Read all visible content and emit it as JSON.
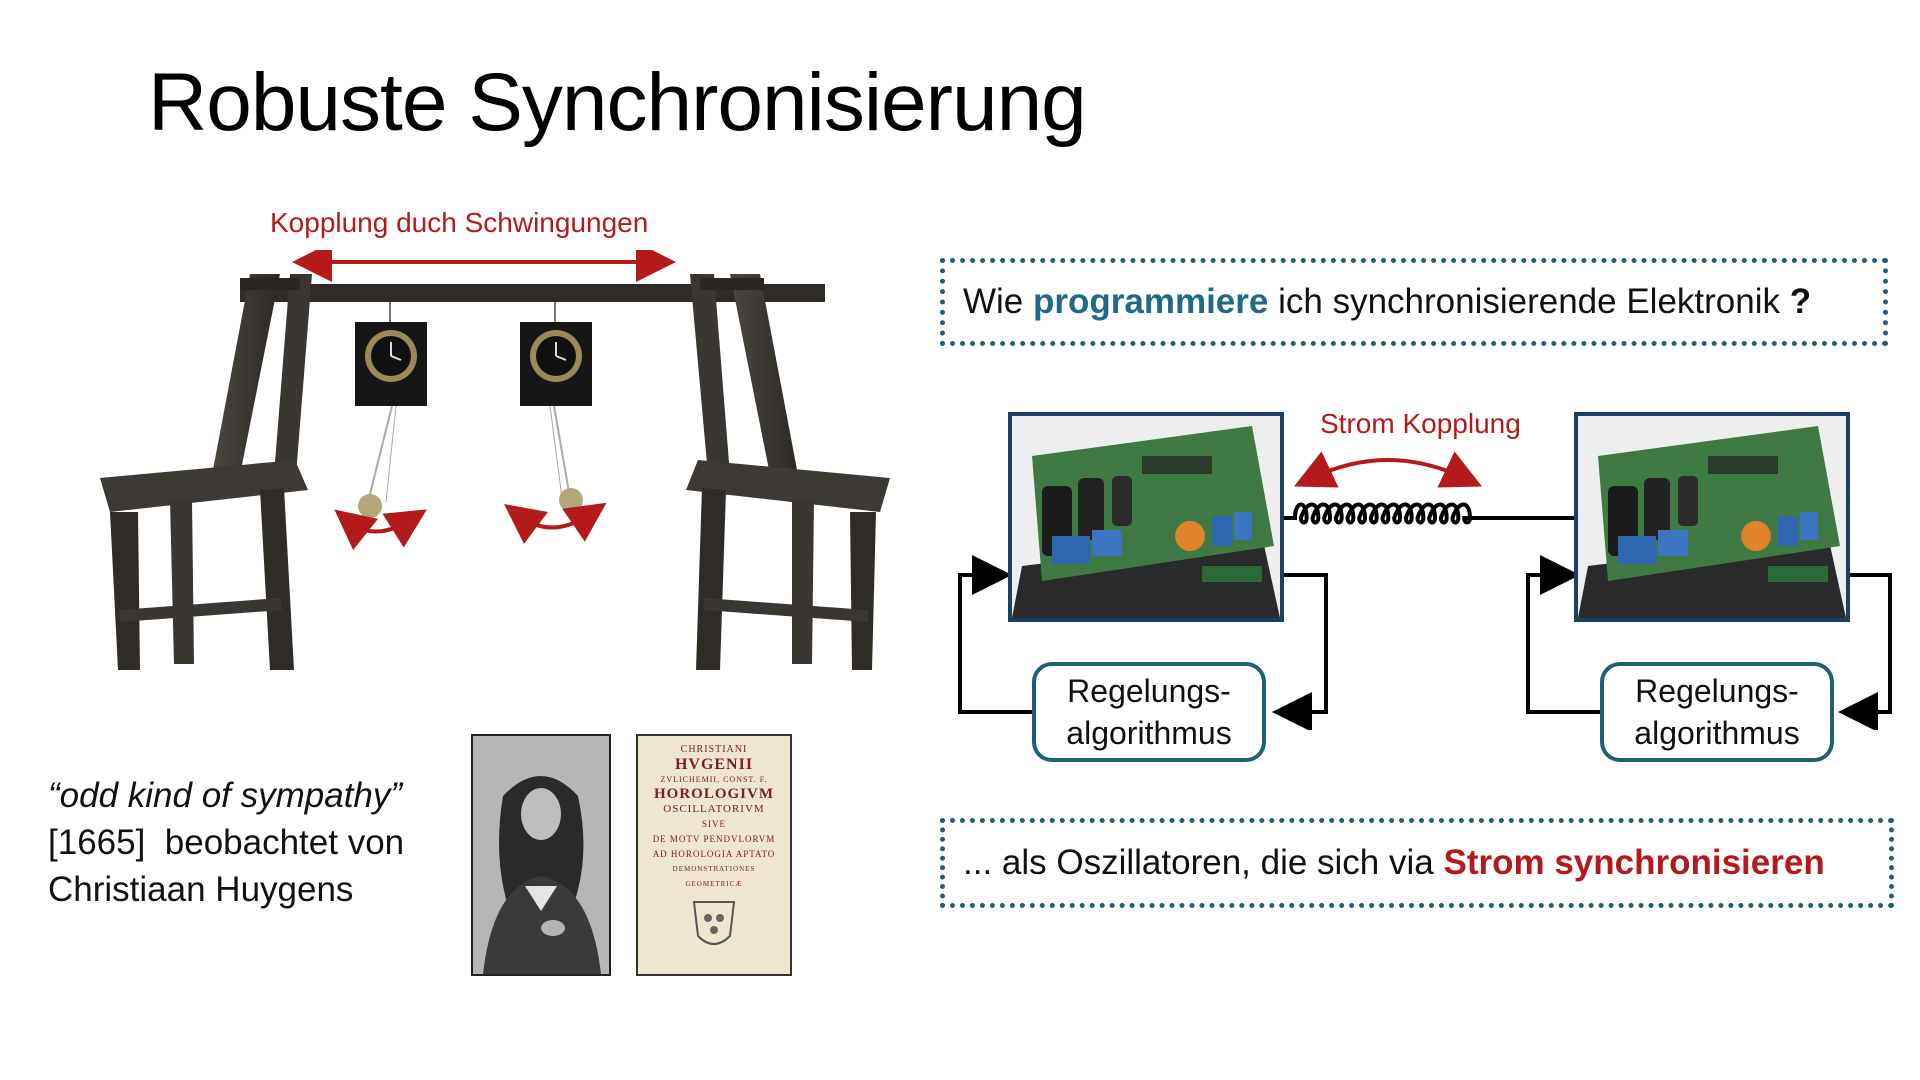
{
  "title": "Robuste Synchronisierung",
  "pendulum_figure": {
    "coupling_label": "Kopplung duch Schwingungen"
  },
  "question": {
    "prefix": "Wie ",
    "highlight": "programmiere",
    "middle": " ich synchronisierende Elektronik ",
    "mark": "?"
  },
  "circuit_diagram": {
    "coupling_label": "Strom Kopplung",
    "controller_left": {
      "line1": "Regelungs-",
      "line2": "algorithmus"
    },
    "controller_right": {
      "line1": "Regelungs-",
      "line2": "algorithmus"
    }
  },
  "answer": {
    "prefix": "... als Oszillatoren, die sich via ",
    "highlight": "Strom synchronisieren"
  },
  "quote": {
    "text": "“odd kind of sympathy”",
    "line2": "[1665]  beobachtet von",
    "line3": "Christiaan Huygens"
  },
  "book_cover": {
    "lines": [
      "CHRISTIANI",
      "HVGENII",
      "ZVLICHEMII, CONST. F.",
      "HOROLOGIVM",
      "OSCILLATORIVM",
      "SIVE",
      "DE MOTV PENDVLORVM",
      "AD HOROLOGIA APTATO",
      "DEMONSTRATIONES",
      "GEOMETRICÆ"
    ]
  },
  "colors": {
    "accent_red": "#b41a1a",
    "accent_blue": "#1f6a86",
    "box_border": "#1f5f7a",
    "board_border": "#1d3f66"
  }
}
